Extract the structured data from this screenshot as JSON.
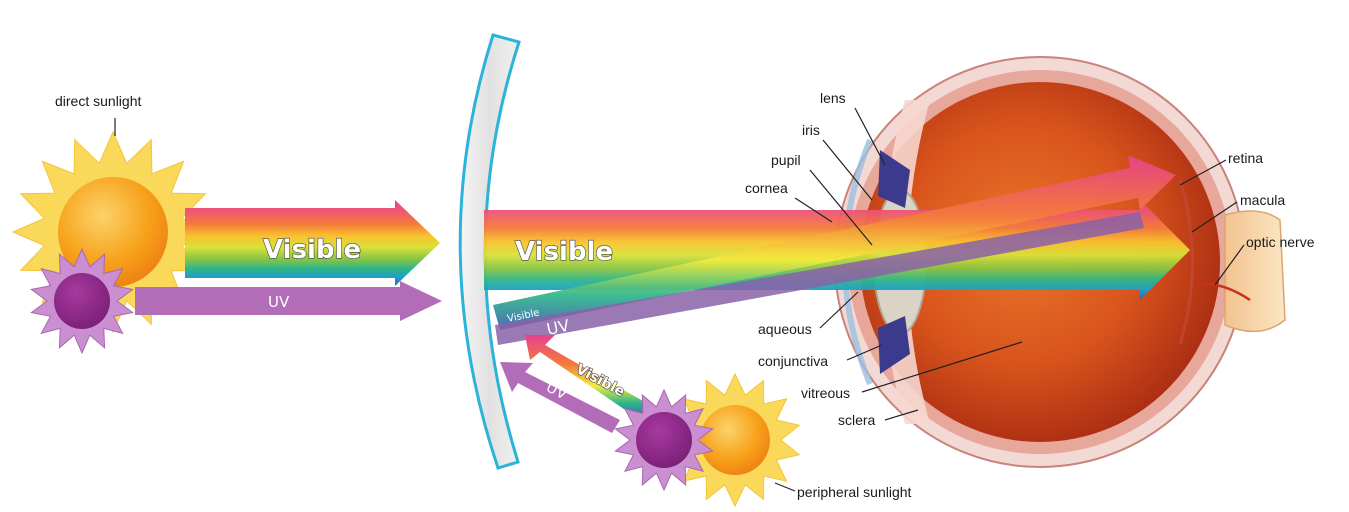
{
  "labels": {
    "direct_sunlight": "direct sunlight",
    "peripheral_sunlight": "peripheral sunlight",
    "visible_left": "Visible",
    "visible_right": "Visible",
    "visible_small": "Visible",
    "visible_reflected": "Visible",
    "uv_left": "UV",
    "uv_reflected_upper": "UV",
    "uv_reflected_lower": "UV"
  },
  "eye_parts": {
    "lens": "lens",
    "iris": "iris",
    "pupil": "pupil",
    "cornea": "cornea",
    "retina": "retina",
    "macula": "macula",
    "optic_nerve": "optic nerve",
    "aqueous": "aqueous",
    "conjunctiva": "conjunctiva",
    "vitreous": "vitreous",
    "sclera": "sclera"
  },
  "colors": {
    "spectrum": [
      "#e8418f",
      "#f47b3a",
      "#f9c22e",
      "#f4ec3c",
      "#8cc540",
      "#2eb68a",
      "#1e9fc9",
      "#3b5fae"
    ],
    "uv": "#b36cb8",
    "sun_core": "#f7a21b",
    "sun_rays": "#f9d85a",
    "uv_sun_core": "#8e2a8a",
    "uv_sun_rays": "#c98fd0",
    "lens_outline": "#2bb3d9"
  }
}
